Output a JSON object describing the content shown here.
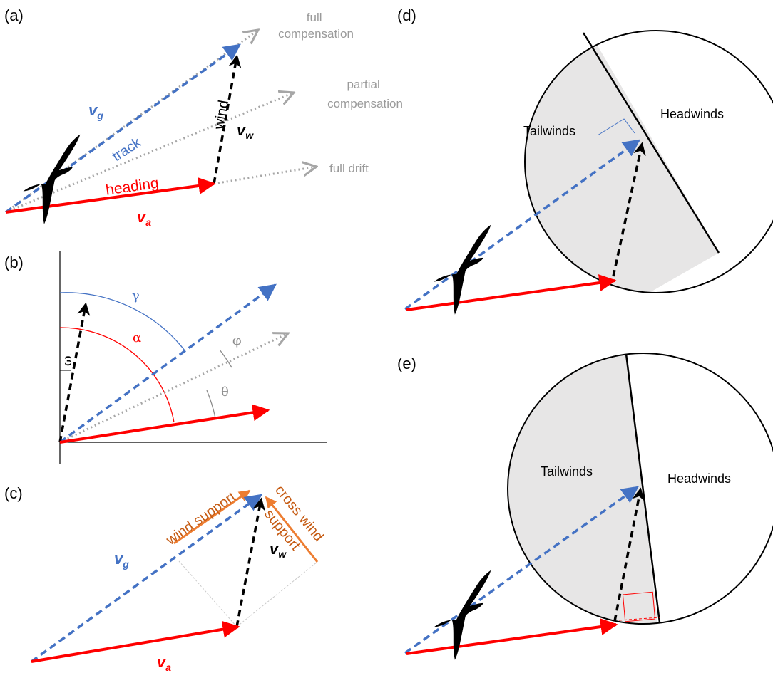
{
  "panels": {
    "a": "(a)",
    "b": "(b)",
    "c": "(c)",
    "d": "(d)",
    "e": "(e)"
  },
  "panel_a": {
    "full_compensation": [
      "full",
      "compensation"
    ],
    "partial_compensation": [
      "partial",
      "compensation"
    ],
    "full_drift": "full drift",
    "track": "track",
    "heading": "heading",
    "wind": "wind",
    "vg": {
      "main": "v",
      "sub": "g"
    },
    "vw": {
      "main": "v",
      "sub": "w"
    },
    "va": {
      "main": "v",
      "sub": "a"
    }
  },
  "panel_b": {
    "gamma": "γ",
    "alpha": "α",
    "phi": "φ",
    "theta": "θ",
    "omega": "ω"
  },
  "panel_c": {
    "wind_support": "wind support",
    "cross_wind": "cross wind",
    "support": "support",
    "vg": {
      "main": "v",
      "sub": "g"
    },
    "vw": {
      "main": "v",
      "sub": "w"
    },
    "va": {
      "main": "v",
      "sub": "a"
    }
  },
  "panel_d": {
    "tailwinds": "Tailwinds",
    "headwinds": "Headwinds"
  },
  "panel_e": {
    "tailwinds": "Tailwinds",
    "headwinds": "Headwinds"
  },
  "colors": {
    "airspeed": "#ff0000",
    "groundspeed": "#4472c4",
    "wind": "#000000",
    "alternative": "#a6a6a6",
    "wind_component": "#ed7d31",
    "tailwind_region": "#e7e6e6"
  }
}
